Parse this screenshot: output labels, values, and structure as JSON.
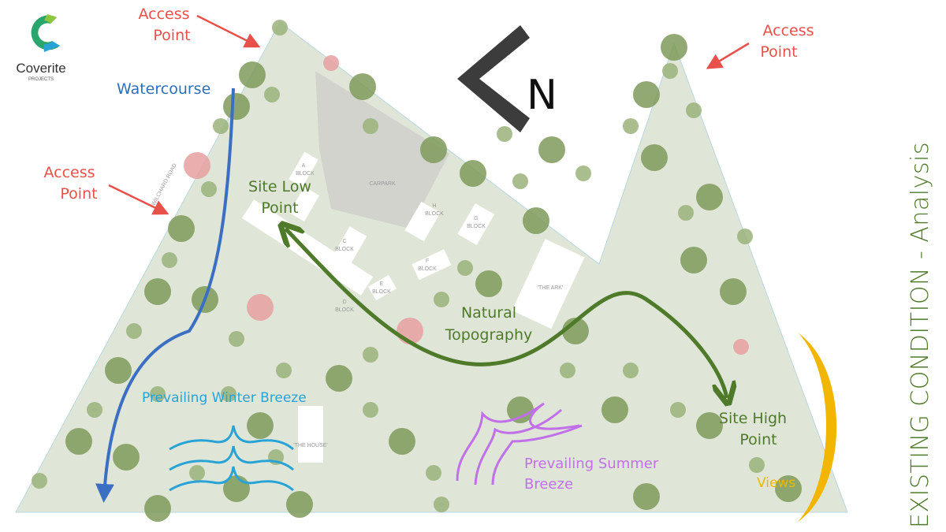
{
  "logo": {
    "name": "Coverite",
    "sub": "PROJECTS"
  },
  "title": "EXISTING CONDITION - Analysis",
  "north": "N",
  "labels": {
    "access_top": [
      "Access",
      "Point"
    ],
    "access_left": [
      "Access",
      "Point"
    ],
    "access_right": [
      "Access",
      "Point"
    ],
    "watercourse": "Watercourse",
    "low_point": [
      "Site Low",
      "Point"
    ],
    "topography": [
      "Natural",
      "Topography"
    ],
    "high_point": [
      "Site High",
      "Point"
    ],
    "winter": "Prevailing Winter Breeze",
    "summer": [
      "Prevailing Summer",
      "Breeze"
    ],
    "views": "Views"
  },
  "map": {
    "road": "WILCHARD ROAD",
    "carpark": "CARPARK",
    "blocks": [
      "A",
      "C",
      "D",
      "E",
      "F",
      "G",
      "H"
    ],
    "block_word": "BLOCK",
    "ark": "'THE ARK'",
    "house": "'THE HOUSE'"
  },
  "colors": {
    "access": "#e8504a",
    "water": "#3b6fc4",
    "topo": "#4e7a2a",
    "winter": "#29a3d6",
    "summer": "#c070e8",
    "views": "#f2b600",
    "site": "#dfe6d8"
  }
}
